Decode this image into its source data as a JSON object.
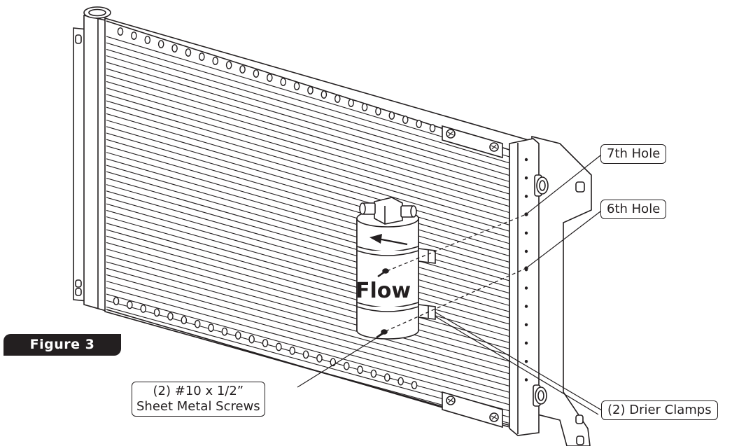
{
  "figure": {
    "label": "Figure 3"
  },
  "callouts": {
    "seventh_hole": "7th Hole",
    "sixth_hole": "6th Hole",
    "drier_clamps": "(2) Drier Clamps",
    "screws_line1": "(2) #10 x 1/2”",
    "screws_line2": "Sheet Metal Screws"
  },
  "drier": {
    "flow_label": "Flow"
  },
  "colors": {
    "ink": "#231f20",
    "background": "#ffffff"
  }
}
